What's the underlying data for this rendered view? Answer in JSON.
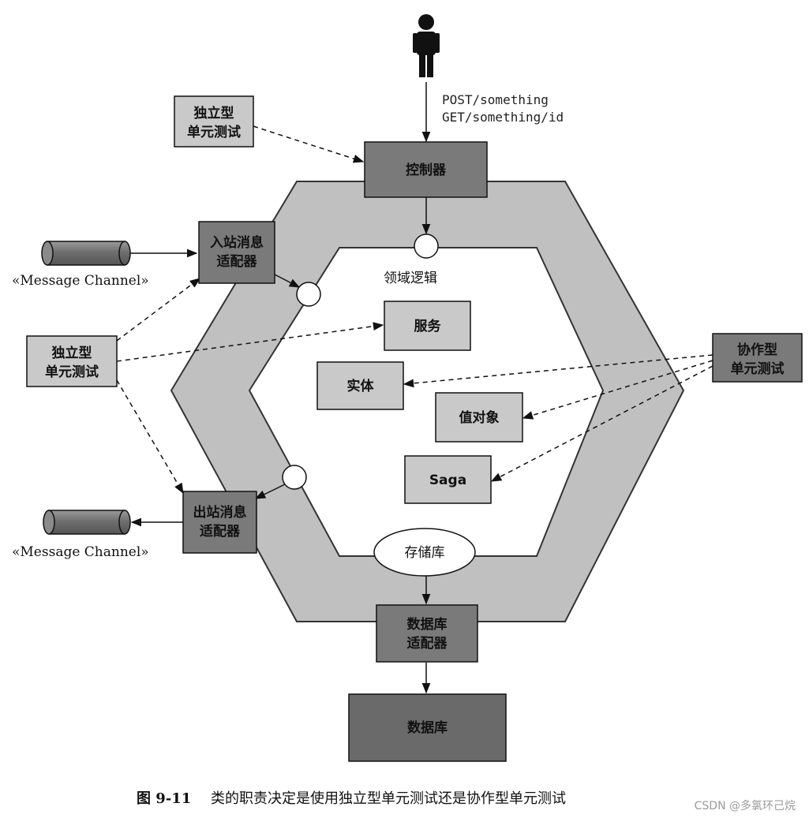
{
  "user": {
    "request_line1": "POST/something",
    "request_line2": "GET/something/id"
  },
  "components": {
    "controller": "控制器",
    "inbound_adapter_line1": "入站消息",
    "inbound_adapter_line2": "适配器",
    "outbound_adapter_line1": "出站消息",
    "outbound_adapter_line2": "适配器",
    "domain_logic": "领域逻辑",
    "service": "服务",
    "entity": "实体",
    "value_object": "值对象",
    "saga": "Saga",
    "repository": "存储库",
    "db_adapter_line1": "数据库",
    "db_adapter_line2": "适配器",
    "database": "数据库"
  },
  "tests": {
    "solitary_top_line1": "独立型",
    "solitary_top_line2": "单元测试",
    "solitary_left_line1": "独立型",
    "solitary_left_line2": "单元测试",
    "sociable_line1": "协作型",
    "sociable_line2": "单元测试"
  },
  "channels": {
    "inbound": "«Message Channel»",
    "outbound": "«Message Channel»"
  },
  "caption": {
    "figure": "图 9-11",
    "text": "类的职责决定是使用独立型单元测试还是协作型单元测试"
  },
  "watermark": "CSDN @多氯环己烷",
  "colors": {
    "hexagon_ring": "#c0c0c0",
    "dark_box": "#7a7a7a",
    "light_box": "#c9c9c9",
    "darkest_box": "#6a6a6a"
  }
}
